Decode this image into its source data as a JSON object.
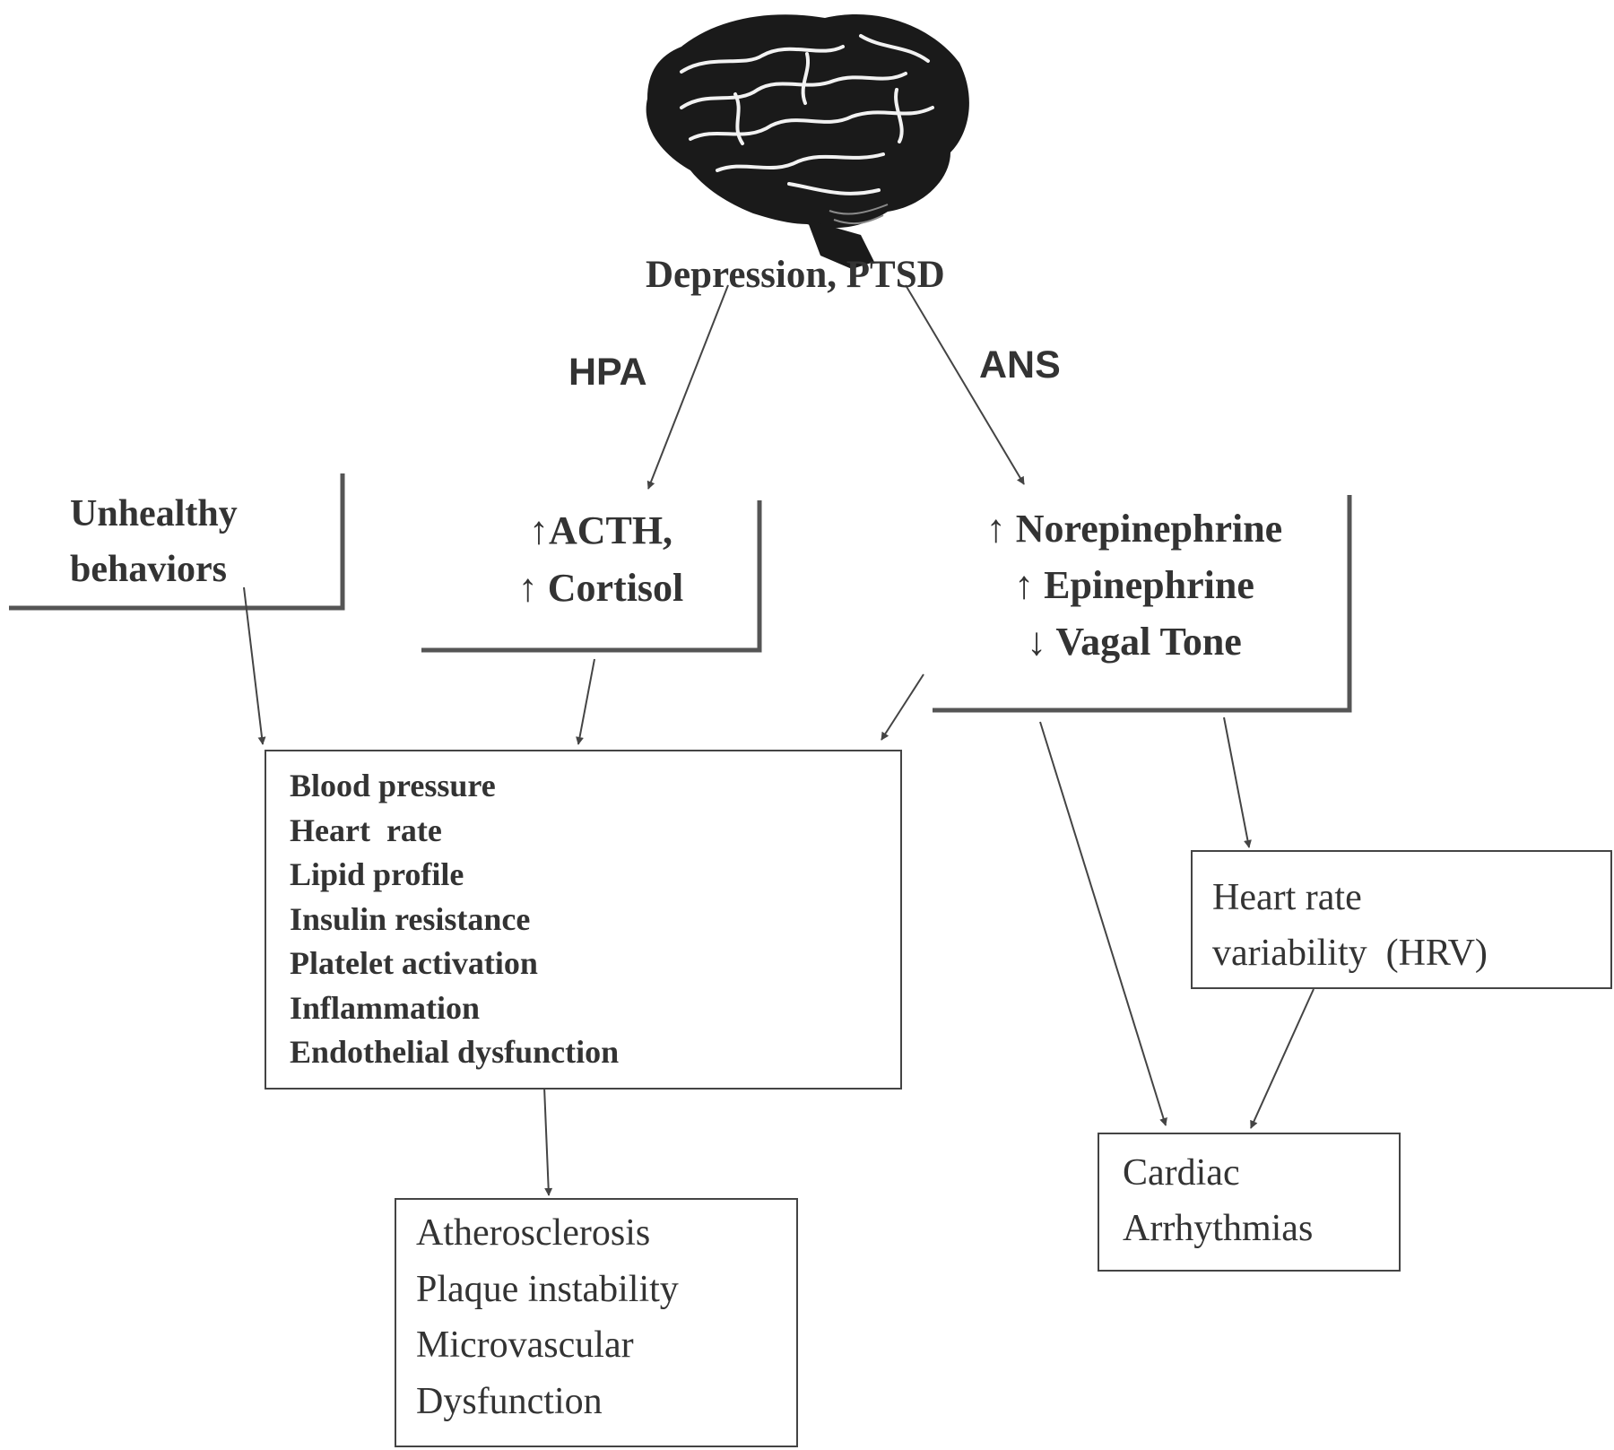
{
  "source": {
    "title": "Depression, PTSD"
  },
  "pathways": {
    "hpa": "HPA",
    "ans": "ANS"
  },
  "behaviors": {
    "lines": [
      "Unhealthy",
      "behaviors"
    ]
  },
  "hpa_box": {
    "lines": [
      "↑ACTH,",
      "↑ Cortisol"
    ]
  },
  "ans_box": {
    "lines": [
      "↑ Norepinephrine",
      "↑ Epinephrine",
      "↓ Vagal Tone"
    ]
  },
  "risk_factors": {
    "items": [
      "Blood pressure",
      "Heart  rate",
      "Lipid profile",
      "Insulin resistance",
      "Platelet activation",
      "Inflammation",
      "Endothelial dysfunction"
    ]
  },
  "hrv": {
    "lines": [
      "Heart rate",
      "variability  (HRV)"
    ]
  },
  "outcomes": {
    "atherosclerosis": [
      "Atherosclerosis",
      "Plaque instability",
      "Microvascular",
      "Dysfunction"
    ],
    "arrhythmia": [
      "Cardiac",
      "Arrhythmias"
    ]
  },
  "colors": {
    "text": "#333333",
    "line": "#444444",
    "bracket": "#555555",
    "brain_fill": "#1a1a1a"
  },
  "icons": {
    "brain": "brain-icon"
  }
}
